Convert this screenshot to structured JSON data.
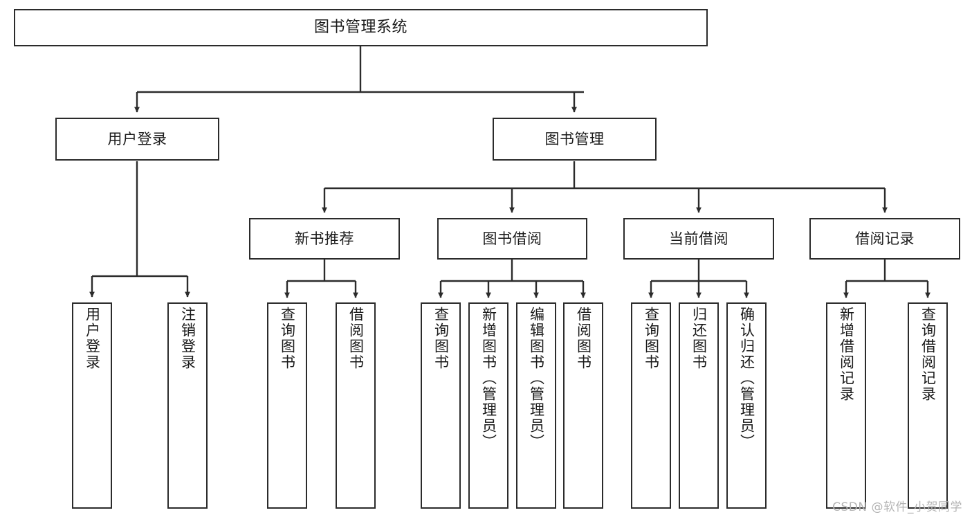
{
  "diagram": {
    "title": "图书管理系统",
    "type": "tree",
    "watermark": "CSDN @软件_小贺同学",
    "colors": {
      "border": "#2b2b2b",
      "background": "#ffffff",
      "text": "#1a1a1a",
      "connector": "#2b2b2b",
      "watermark": "#b4b4b4"
    },
    "nodes": {
      "root": {
        "label": "图书管理系统"
      },
      "level1": [
        {
          "label": "用户登录"
        },
        {
          "label": "图书管理"
        }
      ],
      "level2": [
        {
          "label": "新书推荐"
        },
        {
          "label": "图书借阅"
        },
        {
          "label": "当前借阅"
        },
        {
          "label": "借阅记录"
        }
      ],
      "leaves": {
        "user_login": [
          {
            "label": "用户登录"
          },
          {
            "label": "注销登录"
          }
        ],
        "new_book_recommend": [
          {
            "label": "查询图书"
          },
          {
            "label": "借阅图书"
          }
        ],
        "book_borrow": [
          {
            "label": "查询图书"
          },
          {
            "label": "新增图书（管理员）"
          },
          {
            "label": "编辑图书（管理员）"
          },
          {
            "label": "借阅图书"
          }
        ],
        "current_borrow": [
          {
            "label": "查询图书"
          },
          {
            "label": "归还图书"
          },
          {
            "label": "确认归还（管理员）"
          }
        ],
        "borrow_record": [
          {
            "label": "新增借阅记录"
          },
          {
            "label": "查询借阅记录"
          }
        ]
      }
    }
  }
}
